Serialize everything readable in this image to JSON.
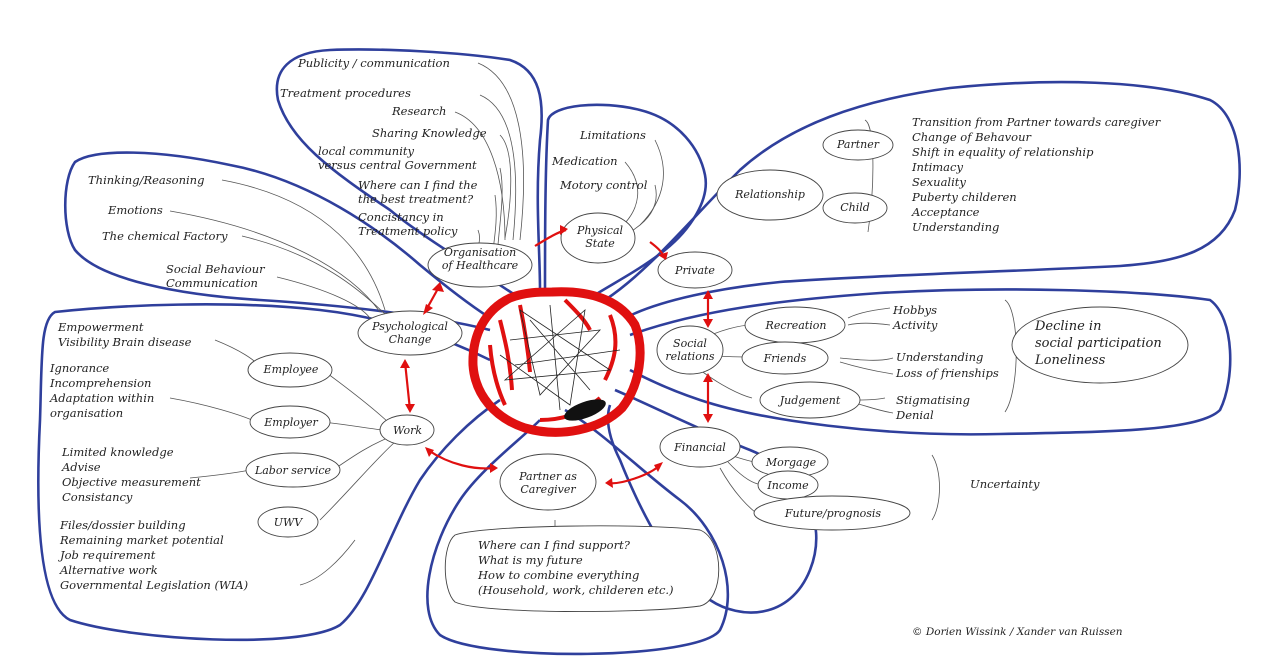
{
  "center_hubs": {
    "organisation": "Organisation\nof Healthcare",
    "physical": "Physical\nState",
    "private": "Private",
    "psychological": "Psychological\nChange",
    "social": "Social\nrelations",
    "work": "Work",
    "financial": "Financial",
    "partner": "Partner as\nCaregiver"
  },
  "healthcare_items": [
    "Publicity / communication",
    "Treatment procedures",
    "Research",
    "Sharing Knowledge",
    "local community",
    "versus   central Government",
    "Where can I find the",
    "the best treatment?",
    "Concistancy in",
    "Treatment policy"
  ],
  "physical_items": [
    "Limitations",
    "Medication",
    "Motory control"
  ],
  "private": {
    "relationship": "Relationship",
    "partner": "Partner",
    "child": "Child",
    "items": [
      "Transition from Partner towards caregiver",
      "Change of Behavour",
      "Shift in equality of relationship",
      "Intimacy",
      "Sexuality",
      "Puberty childeren",
      "Acceptance",
      "Understanding"
    ]
  },
  "psychological_items": [
    "Thinking/Reasoning",
    "Emotions",
    "The chemical Factory",
    "Social Behaviour",
    "Communication"
  ],
  "social": {
    "recreation": "Recreation",
    "friends": "Friends",
    "judgement": "Judgement",
    "hobbys": "Hobbys",
    "activity": "Activity",
    "understanding": "Understanding",
    "loss": "Loss of frienships",
    "stigmatising": "Stigmatising",
    "denial": "Denial",
    "decline": [
      "Decline in",
      "social participation",
      "Loneliness"
    ]
  },
  "work": {
    "employee": "Employee",
    "employer": "Employer",
    "labor": "Labor service",
    "uwv": "UWV",
    "employee_items": [
      "Empowerment",
      "Visibility Brain disease"
    ],
    "employer_items": [
      "Ignorance",
      "Incomprehension",
      "Adaptation within",
      "organisation"
    ],
    "labor_items": [
      "Limited knowledge",
      "Advise",
      "Objective measurement",
      "Consistancy"
    ],
    "uwv_items": [
      "Files/dossier building",
      "Remaining market potential",
      "Job requirement",
      "Alternative work",
      "Governmental Legislation (WIA)"
    ]
  },
  "financial": {
    "morgage": "Morgage",
    "income": "Income",
    "future": "Future/prognosis",
    "uncertainty": "Uncertainty"
  },
  "partner_items": [
    "Where can I find support?",
    "What is my future",
    "How to combine everything",
    "(Household, work, childeren etc.)"
  ],
  "credit": "© Dorien Wissink / Xander van Ruissen",
  "colors": {
    "petal_outline": "#2f3f9c",
    "center": "#e01010",
    "ink": "#222222"
  }
}
